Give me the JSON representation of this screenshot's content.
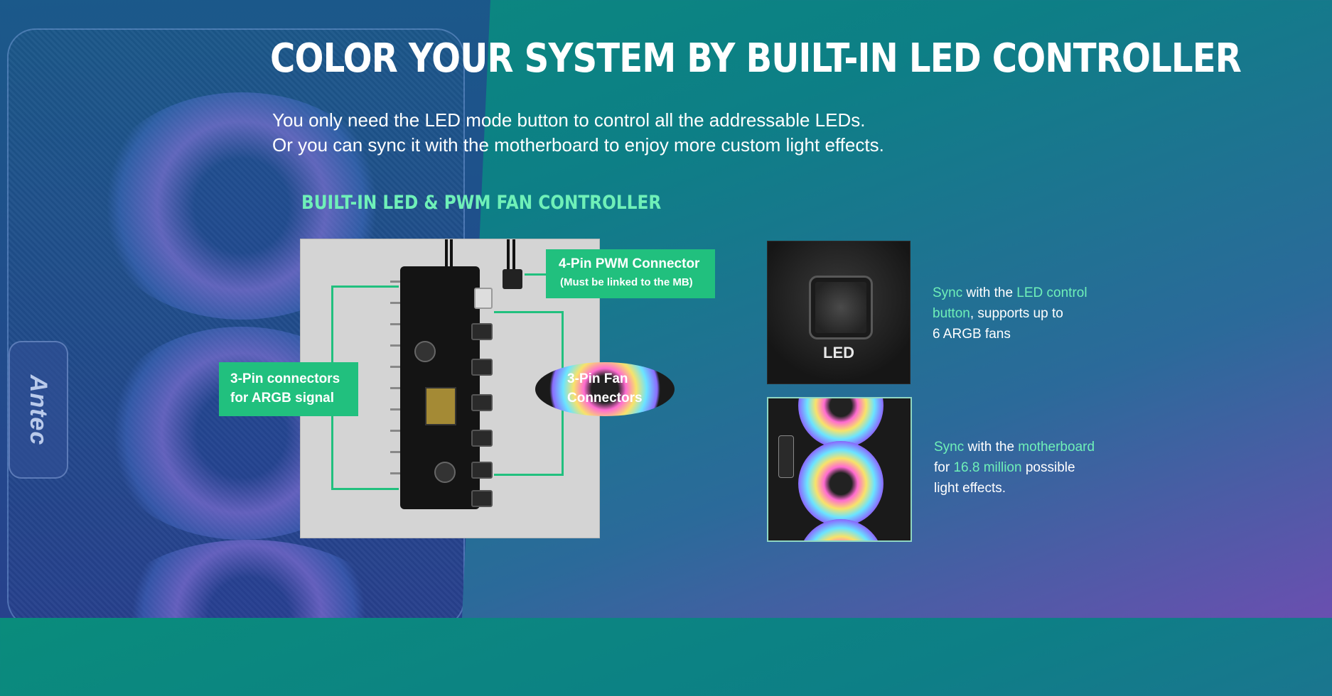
{
  "heading": "COLOR YOUR SYSTEM BY BUILT-IN LED CONTROLLER",
  "subtitle": {
    "line1": "You only need the LED mode button to control all the addressable LEDs.",
    "line2": "Or you can sync it with the motherboard to enjoy more custom light effects."
  },
  "section_title": "BUILT-IN LED & PWM FAN CONTROLLER",
  "case_logo": "Antec",
  "callouts": {
    "pwm": {
      "title": "4-Pin PWM Connector",
      "note": "(Must be linked to the MB)"
    },
    "argb": {
      "line1": "3-Pin connectors",
      "line2": "for ARGB signal"
    },
    "fan": {
      "line1": "3-Pin Fan",
      "line2": "Connectors"
    }
  },
  "led_button_label": "LED",
  "desc1": {
    "p1": "Sync",
    "p2": " with the ",
    "p3": "LED control",
    "p4": "button",
    "p5": ", supports up to",
    "p6": "6 ARGB fans"
  },
  "desc2": {
    "p1": "Sync",
    "p2": " with the ",
    "p3": "motherboard",
    "p4": "for ",
    "p5": "16.8 million",
    "p6": " possible",
    "p7": "light effects."
  },
  "colors": {
    "accent": "#21c07e",
    "highlight": "#6ff0b8"
  }
}
